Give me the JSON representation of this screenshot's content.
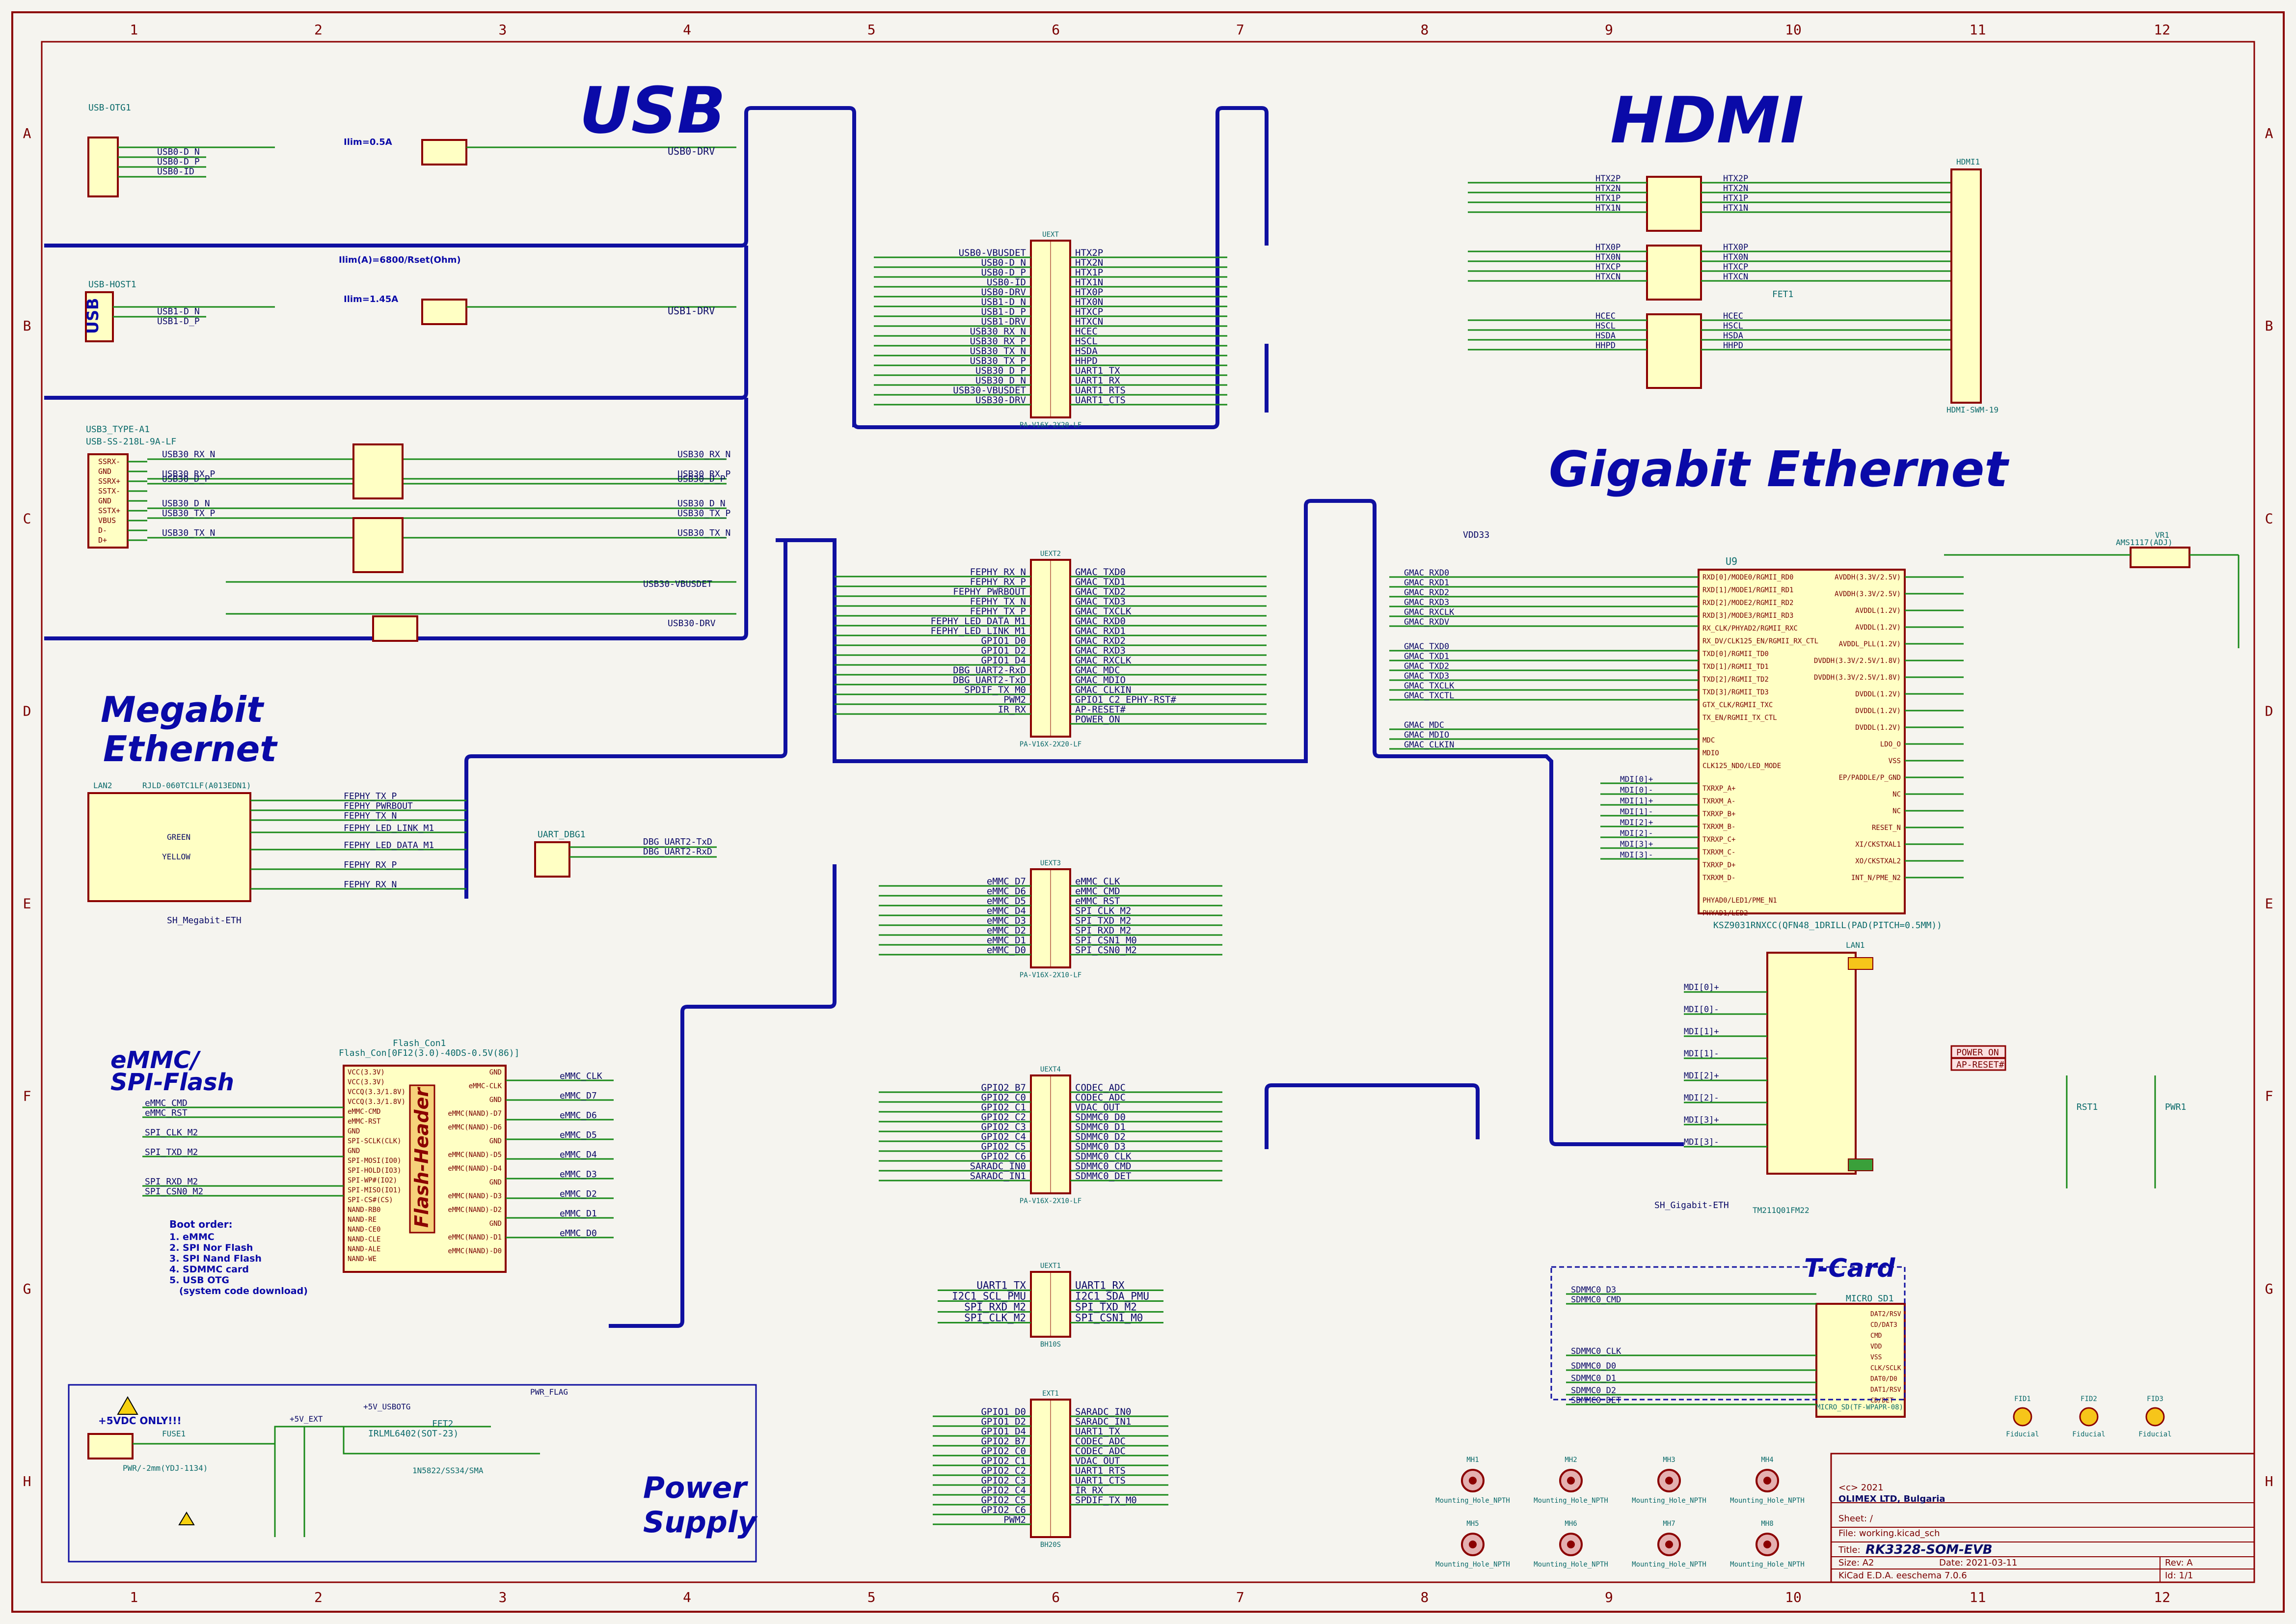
{
  "sections": {
    "usb": "USB",
    "hdmi": "HDMI",
    "gigabit": "Gigabit Ethernet",
    "megabit_line1": "Megabit",
    "megabit_line2": "Ethernet",
    "emmc_line1": "eMMC/",
    "emmc_line2": "SPI-Flash",
    "tcard": "T-Card",
    "power_line1": "Power",
    "power_line2": "Supply"
  },
  "usb": {
    "otg_conn": "USB-OTG1",
    "otg_net": "USB0-DRV",
    "host1_conn": "USB-HOST1",
    "host1_net": "USB1-DRV",
    "usb3_conn": "USB3_TYPE-A1",
    "usb3_part": "USB-SS-218L-9A-LF",
    "ilim1": "Ilim=0.5A",
    "ilim2": "Ilim=1.45A",
    "ilim_formula": "Ilim(A)=6800/Rset(Ohm)",
    "usb30_vbus": "USB30-VBUSDET",
    "usb30_drv": "USB30-DRV",
    "usb3_pins": [
      "SSRX-",
      "GND",
      "SSRX+",
      "SSTX-",
      "GND",
      "SSTX+",
      "VBUS",
      "D-",
      "D+"
    ],
    "usb3_nets": [
      "USB30_RX_N",
      "USB30_RX_P",
      "USB30_D_P",
      "USB30_D_N",
      "USB30_TX_N",
      "USB30_TX_P"
    ],
    "otg_nets": [
      "USB0-D_N",
      "USB0-D_P",
      "USB0-ID"
    ],
    "host1_nets": [
      "USB1-D_N",
      "USB1-D_P"
    ]
  },
  "hdmi": {
    "conn": "HDMI1",
    "conn_part": "HDMI-SWM-19",
    "nets": [
      "HTX2P",
      "HTX2N",
      "HTX1P",
      "HTX1N",
      "HTX0P",
      "HTX0N",
      "HTXCP",
      "HTXCN",
      "HCEC",
      "HSCL",
      "HSDA",
      "HHPD"
    ],
    "fet": "FET1"
  },
  "connectors": {
    "u_top": {
      "title": "UEXT",
      "ref": "PA-V16X-2X20-LF",
      "left": [
        "USB0-VBUSDET",
        "USB0-D_N",
        "USB0-D_P",
        "USB0-ID",
        "USB0-DRV",
        "USB1-D_N",
        "USB1-D_P",
        "USB1-DRV",
        "USB30_RX_N",
        "USB30_RX_P",
        "USB30_TX_N",
        "USB30_TX_P",
        "USB30_D_P",
        "USB30_D_N",
        "USB30-VBUSDET",
        "USB30-DRV"
      ],
      "right": [
        "HTX2P",
        "HTX2N",
        "HTX1P",
        "HTX1N",
        "HTX0P",
        "HTX0N",
        "HTXCP",
        "HTXCN",
        "HCEC",
        "HSCL",
        "HSDA",
        "HHPD",
        "UART1_TX",
        "UART1_RX",
        "UART1_RTS",
        "UART1_CTS"
      ]
    },
    "u_mid": {
      "title": "UEXT2",
      "ref": "PA-V16X-2X20-LF",
      "left": [
        "FEPHY_RX_N",
        "FEPHY_RX_P",
        "FEPHY_PWRBOUT",
        "FEPHY_TX_N",
        "FEPHY_TX_P",
        "FEPHY_LED_DATA_M1",
        "FEPHY_LED_LINK_M1",
        "GPIO1_D0",
        "GPIO1_D2",
        "GPIO1_D4",
        "DBG_UART2-RxD",
        "DBG_UART2-TxD",
        "SPDIF_TX_M0",
        "PWM2",
        "IR_RX"
      ],
      "right": [
        "GMAC_TXD0",
        "GMAC_TXD1",
        "GMAC_TXD2",
        "GMAC_TXD3",
        "GMAC_TXCLK",
        "GMAC_RXD0",
        "GMAC_RXD1",
        "GMAC_RXD2",
        "GMAC_RXD3",
        "GMAC_RXCLK",
        "GMAC_MDC",
        "GMAC_MDIO",
        "GMAC_CLKIN",
        "GPIO1_C2_EPHY-RST#",
        "AP-RESET#",
        "POWER_ON"
      ]
    },
    "u_emmc": {
      "title": "UEXT3",
      "ref": "PA-V16X-2X10-LF",
      "left": [
        "eMMC_D7",
        "eMMC_D6",
        "eMMC_D5",
        "eMMC_D4",
        "eMMC_D3",
        "eMMC_D2",
        "eMMC_D1",
        "eMMC_D0"
      ],
      "right": [
        "eMMC_CLK",
        "eMMC_CMD",
        "eMMC_RST",
        "SPI_CLK_M2",
        "SPI_TXD_M2",
        "SPI_RXD_M2",
        "SPI_CSN1_M0",
        "SPI_CSN0_M2"
      ]
    },
    "u_sd": {
      "title": "UEXT4",
      "ref": "PA-V16X-2X10-LF",
      "left": [
        "GPIO2_B7",
        "GPIO2_C0",
        "GPIO2_C1",
        "GPIO2_C2",
        "GPIO2_C3",
        "GPIO2_C4",
        "GPIO2_C5",
        "GPIO2_C6",
        "SARADC_IN0",
        "SARADC_IN1"
      ],
      "right": [
        "CODEC_ADC",
        "CODEC_ADC",
        "VDAC_OUT",
        "SDMMC0_D0",
        "SDMMC0_D1",
        "SDMMC0_D2",
        "SDMMC0_D3",
        "SDMMC0_CLK",
        "SDMMC0_CMD",
        "SDMMC0_DET"
      ]
    },
    "uext1": {
      "title": "UEXT1",
      "ref": "BH10S",
      "left": [
        "UART1_TX",
        "I2C1_SCL_PMU",
        "SPI_RXD_M2",
        "SPI_CLK_M2"
      ],
      "right": [
        "UART1_RX",
        "I2C1_SDA_PMU",
        "SPI_TXD_M2",
        "SPI_CSN1_M0"
      ]
    },
    "ext1": {
      "title": "EXT1",
      "ref": "BH20S",
      "left": [
        "GPIO1_D0",
        "GPIO1_D2",
        "GPIO1_D4",
        "GPIO2_B7",
        "GPIO2_C0",
        "GPIO2_C1",
        "GPIO2_C2",
        "GPIO2_C3",
        "GPIO2_C4",
        "GPIO2_C5",
        "GPIO2_C6",
        "PWM2"
      ],
      "right": [
        "SARADC_IN0",
        "SARADC_IN1",
        "UART1_TX",
        "CODEC_ADC",
        "CODEC_ADC",
        "VDAC_OUT",
        "UART1_RTS",
        "UART1_CTS",
        "IR_RX",
        "SPDIF_TX_M0"
      ]
    }
  },
  "gigabit": {
    "chip_ref": "U9",
    "chip_part": "KSZ9031RNXCC(QFN48_1DRILL(PAD(PITCH=0.5MM))",
    "chip_left": [
      "RXD[0]/MODE0/RGMII_RD0",
      "RXD[1]/MODE1/RGMII_RD1",
      "RXD[2]/MODE2/RGMII_RD2",
      "RXD[3]/MODE3/RGMII_RD3",
      "RX_CLK/PHYAD2/RGMII_RXC",
      "RX_DV/CLK125_EN/RGMII_RX_CTL",
      "TXD[0]/RGMII_TD0",
      "TXD[1]/RGMII_TD1",
      "TXD[2]/RGMII_TD2",
      "TXD[3]/RGMII_TD3",
      "GTX_CLK/RGMII_TXC",
      "TX_EN/RGMII_TX_CTL",
      "MDC",
      "MDIO",
      "CLK125_NDO/LED_MODE",
      "TXRXP_A+",
      "TXRXM_A-",
      "TXRXP_B+",
      "TXRXM_B-",
      "TXRXP_C+",
      "TXRXM_C-",
      "TXRXP_D+",
      "TXRXM_D-",
      "PHYAD0/LED1/PME_N1",
      "PHYAD1/LED2"
    ],
    "chip_right": [
      "AVDDH(3.3V/2.5V)",
      "AVDDH(3.3V/2.5V)",
      "AVDDL(1.2V)",
      "AVDDL(1.2V)",
      "AVDDL_PLL(1.2V)",
      "DVDDH(3.3V/2.5V/1.8V)",
      "DVDDH(3.3V/2.5V/1.8V)",
      "DVDDL(1.2V)",
      "DVDDL(1.2V)",
      "DVDDL(1.2V)",
      "LDO_O",
      "VSS",
      "EP/PADDLE/P_GND",
      "NC",
      "NC",
      "RESET_N",
      "XI/CKSTXAL1",
      "XO/CKSTXAL2",
      "INT_N/PME_N2"
    ],
    "gmac_nets": [
      "GMAC_RXD0",
      "GMAC_RXD1",
      "GMAC_RXD2",
      "GMAC_RXD3",
      "GMAC_RXCLK",
      "GMAC_RXDV",
      "GMAC_TXD0",
      "GMAC_TXD1",
      "GMAC_TXD2",
      "GMAC_TXD3",
      "GMAC_TXCLK",
      "GMAC_TXCTL",
      "GMAC_MDC",
      "GMAC_MDIO",
      "GMAC_CLKIN"
    ],
    "mdi_nets": [
      "MDI[0]+",
      "MDI[0]-",
      "MDI[1]+",
      "MDI[1]-",
      "MDI[2]+",
      "MDI[2]-",
      "MDI[3]+",
      "MDI[3]-"
    ],
    "vdd": "VDD33",
    "lan_ref": "LAN1",
    "lan_part": "TM211Q01FM22",
    "reset": "AP-RESET#",
    "power_on": "POWER_ON",
    "rst_btn": "RST1",
    "pwr_btn": "PWR1",
    "sh_net": "SH_Gigabit-ETH"
  },
  "megabit": {
    "conn": "LAN2",
    "conn_part": "RJLD-060TC1LF(A013EDN1)",
    "nets": [
      "FEPHY_TX_P",
      "FEPHY_PWRBOUT",
      "FEPHY_TX_N",
      "FEPHY_LED_LINK_M1",
      "FEPHY_LED_DATA_M1",
      "FEPHY_RX_P",
      "FEPHY_RX_N"
    ],
    "sh_net": "SH_Megabit-ETH",
    "leds": [
      "GREEN",
      "YELLOW"
    ],
    "uart": "UART_DBG1",
    "uart_nets": [
      "DBG_UART2-TxD",
      "DBG_UART2-RxD"
    ]
  },
  "flash": {
    "ref": "Flash_Con1",
    "part": "Flash_Con[0F12(3.0)-40DS-0.5V(86)]",
    "header_text": "Flash-Header",
    "left_pins": [
      "VCC(3.3V)",
      "VCC(3.3V)",
      "VCCQ(3.3/1.8V)",
      "VCCQ(3.3/1.8V)",
      "eMMC-CMD",
      "eMMC-RST",
      "GND",
      "SPI-SCLK(CLK)",
      "GND",
      "SPI-MOSI(IO0)",
      "SPI-HOLD(IO3)",
      "SPI-WP#(IO2)",
      "SPI-MISO(IO1)",
      "SPI-CS#(CS)",
      "NAND-RB0",
      "NAND-RE",
      "NAND-CE0",
      "NAND-CLE",
      "NAND-ALE",
      "NAND-WE"
    ],
    "right_pins": [
      "GND",
      "eMMC-CLK",
      "GND",
      "eMMC(NAND)-D7",
      "eMMC(NAND)-D6",
      "GND",
      "eMMC(NAND)-D5",
      "eMMC(NAND)-D4",
      "GND",
      "eMMC(NAND)-D3",
      "eMMC(NAND)-D2",
      "GND",
      "eMMC(NAND)-D1",
      "eMMC(NAND)-D0"
    ],
    "left_nets": [
      "eMMC_CMD",
      "eMMC_RST",
      "SPI_CLK_M2",
      "SPI_TXD_M2",
      "SPI_RXD_M2",
      "SPI_CSN0_M2"
    ],
    "right_nets": [
      "eMMC_CLK",
      "eMMC_D7",
      "eMMC_D6",
      "eMMC_D5",
      "eMMC_D4",
      "eMMC_D3",
      "eMMC_D2",
      "eMMC_D1",
      "eMMC_D0"
    ],
    "boot_title": "Boot order:",
    "boot_order": [
      "1. eMMC",
      "2. SPI Nor Flash",
      "3. SPI Nand Flash",
      "4. SDMMC card",
      "5. USB OTG",
      "(system code download)"
    ]
  },
  "tcard": {
    "ref": "MICRO_SD1",
    "part": "MICRO_SD(TF-WPAPR-08)",
    "nets": [
      "SDMMC0_D3",
      "SDMMC0_CMD",
      "SDMMC0_CLK",
      "SDMMC0_D0",
      "SDMMC0_D1",
      "SDMMC0_D2",
      "SDMMC0_DET"
    ],
    "pins": [
      "DAT2/RSV",
      "CD/DAT3",
      "CMD",
      "VDD",
      "VSS",
      "CLK/SCLK",
      "DAT0/D0",
      "DAT1/RSV",
      "CD/DET"
    ]
  },
  "power": {
    "warning": "+5VDC ONLY!!!",
    "pwr_jack": "PWR/-2mm(YDJ-1134)",
    "fuse": "FUSE1",
    "fet": "FET2",
    "fet_part": "IRLML6402(SOT-23)",
    "diode": "1N5822/SS34/SMA",
    "nets": [
      "+5V_USBOTG",
      "+5V_EXT",
      "PWR_FLAG"
    ],
    "vreg": "VR1",
    "vreg_part": "AMS1117(ADJ)"
  },
  "mounting": [
    "MH1",
    "MH2",
    "MH3",
    "MH4",
    "MH5",
    "MH6",
    "MH7",
    "MH8"
  ],
  "mounting_label": "Mounting_Hole_NPTH",
  "fiducials": [
    "FID1",
    "FID2",
    "FID3"
  ],
  "fiducial_label": "Fiducial",
  "title_block": {
    "copyright": "<c> 2021",
    "company": "OLIMEX LTD, Bulgaria",
    "sheet": "Sheet: /",
    "file": "File: working.kicad_sch",
    "title_label": "Title:",
    "title": "RK3328-SOM-EVB",
    "size": "Size: A2",
    "date": "Date: 2021-03-11",
    "rev": "Rev: A",
    "kicad": "KiCad E.D.A.  eeschema 7.0.6",
    "id": "Id: 1/1"
  },
  "frame": {
    "cols": [
      "1",
      "2",
      "3",
      "4",
      "5",
      "6",
      "7",
      "8",
      "9",
      "10",
      "11",
      "12"
    ],
    "rows": [
      "A",
      "B",
      "C",
      "D",
      "E",
      "F",
      "G",
      "H"
    ]
  }
}
